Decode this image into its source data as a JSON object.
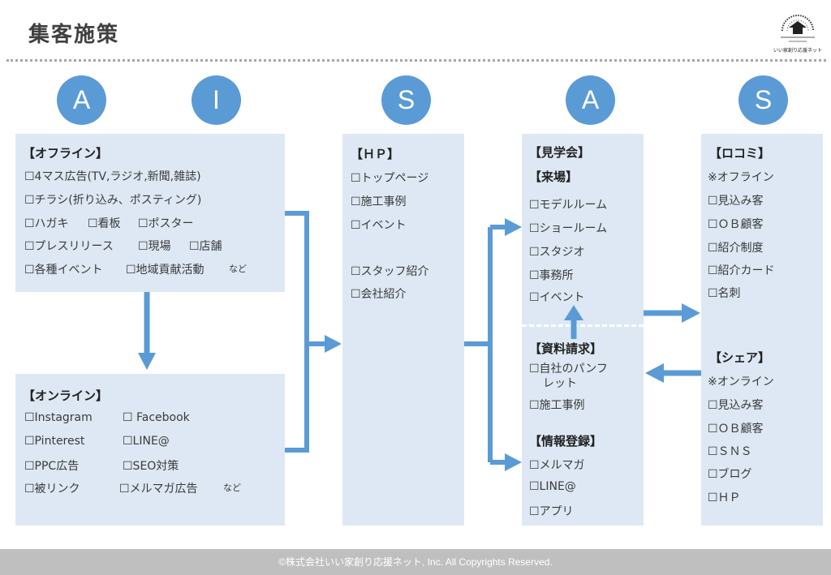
{
  "title": "集客施策",
  "logo_text": "いい家創り応援ネット",
  "accent_color": "#5b9bd5",
  "box_color": "#dde8f4",
  "circles": [
    "A",
    "I",
    "S",
    "A",
    "S"
  ],
  "offline": {
    "header": "【オフライン】",
    "items": [
      "☐4マス広告(TV,ラジオ,新聞,雑誌)",
      "☐チラシ(折り込み、ポスティング)",
      "☐ハガキ",
      "☐看板",
      "☐ポスター",
      "☐プレスリリース",
      "☐現場",
      "☐店舗",
      "☐各種イベント",
      "☐地域貢献活動"
    ],
    "etc": "など"
  },
  "online": {
    "header": "【オンライン】",
    "items": [
      "☐Instagram",
      "☐ Facebook",
      "☐Pinterest",
      "☐LINE@",
      "☐PPC広告",
      "☐SEO対策",
      "☐被リンク",
      "☐メルマガ広告"
    ],
    "etc": "など"
  },
  "hp": {
    "header": "【ＨＰ】",
    "items": [
      "☐トップページ",
      "☐施工事例",
      "☐イベント",
      "☐スタッフ紹介",
      "☐会社紹介"
    ]
  },
  "visit": {
    "header": "【見学会】",
    "sub_header": "【来場】",
    "items": [
      "☐モデルルーム",
      "☐ショールーム",
      "☐スタジオ",
      "☐事務所",
      "☐イベント"
    ]
  },
  "request": {
    "header": "【資料請求】",
    "items": [
      "☐自社のパンフ",
      "レット",
      "☐施工事例"
    ]
  },
  "register": {
    "header": "【情報登録】",
    "items": [
      "☐メルマガ",
      "☐LINE@",
      "☐アプリ"
    ]
  },
  "word_of_mouth": {
    "header": "【ロコミ】",
    "items": [
      "※オフライン",
      "☐見込み客",
      "☐ＯＢ顧客",
      "☐紹介制度",
      "☐紹介カード",
      "☐名刺"
    ]
  },
  "share": {
    "header": "【シェア】",
    "items": [
      "※オンライン",
      "☐見込み客",
      "☐ＯＢ顧客",
      "☐ＳＮＳ",
      "☐ブログ",
      "☐ＨＰ"
    ]
  },
  "footer": "©株式会社いい家創り応援ネット, Inc. All Copyrights Reserved."
}
